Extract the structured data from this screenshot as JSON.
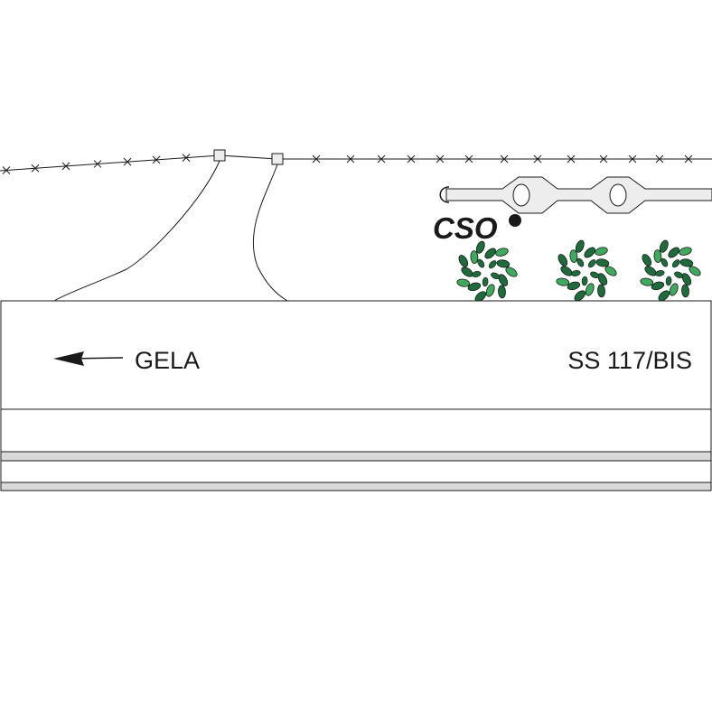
{
  "labels": {
    "direction": "GELA",
    "road_name": "SS 117/BIS",
    "marker": "CSO"
  },
  "colors": {
    "line": "#1a1a1a",
    "band_fill": "#d9d9d9",
    "fixture_fill": "#ededed",
    "leaf_dark": "#1e6b3c",
    "leaf_light": "#3fa95d",
    "background": "#ffffff"
  },
  "icons": {
    "arrow": "left-arrow-icon",
    "fence": "barbed-wire-fence",
    "bush": "shrub-icon",
    "marker": "filled-dot-icon"
  }
}
